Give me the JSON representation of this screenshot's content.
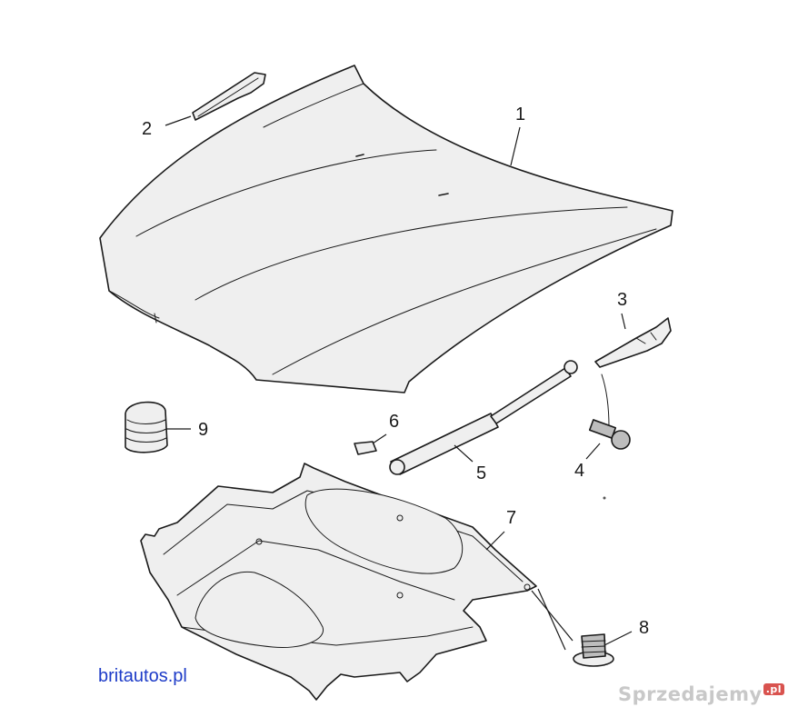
{
  "callouts": {
    "c1": "1",
    "c2": "2",
    "c3": "3",
    "c4": "4",
    "c5": "5",
    "c6": "6",
    "c7": "7",
    "c8": "8",
    "c9": "9"
  },
  "brand_text": "britautos.pl",
  "watermark": {
    "text": "Sprzedajemy",
    "badge": ".pl"
  }
}
